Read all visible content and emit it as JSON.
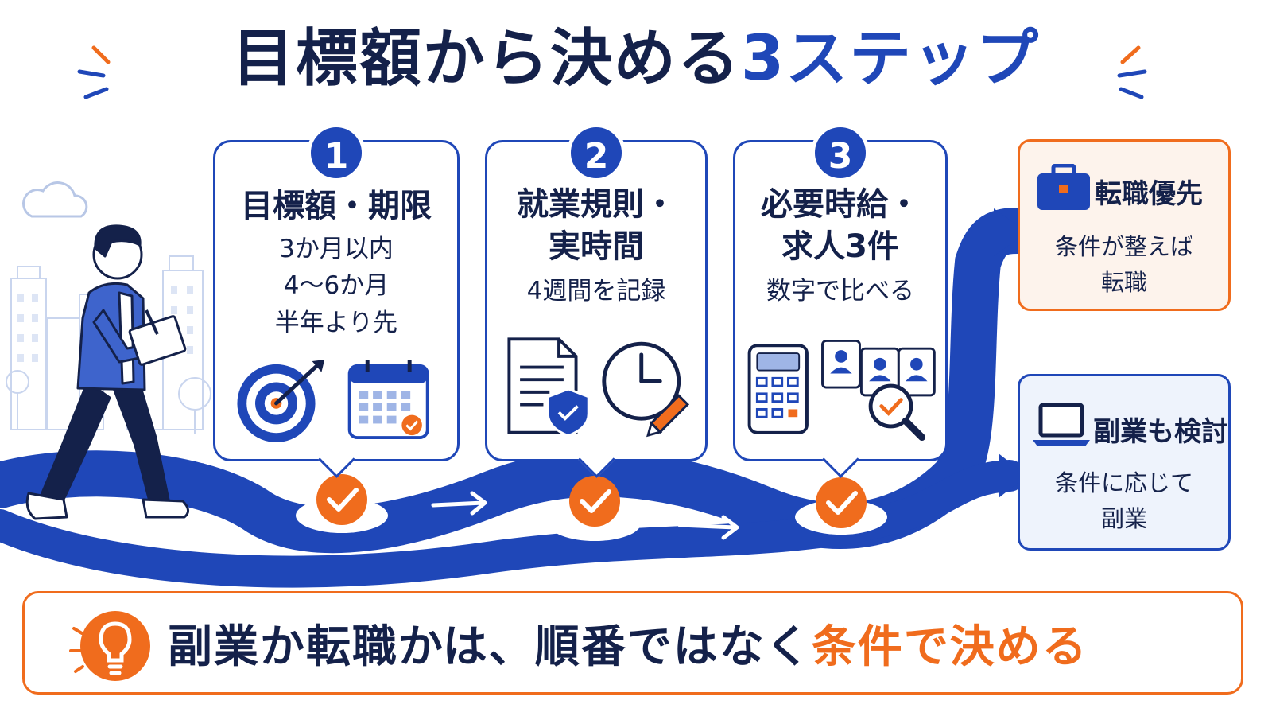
{
  "title": {
    "main": "目標額から決める",
    "accent": "3ステップ"
  },
  "steps": [
    {
      "number": "1",
      "title_lines": [
        "目標額・期限"
      ],
      "sub_lines": [
        "3か月以内",
        "4〜6か月",
        "半年より先"
      ],
      "icons": [
        "target-icon",
        "calendar-icon"
      ]
    },
    {
      "number": "2",
      "title_lines": [
        "就業規則・",
        "実時間"
      ],
      "sub_lines": [
        "4週間を記録"
      ],
      "icons": [
        "document-shield-icon",
        "clock-pencil-icon"
      ]
    },
    {
      "number": "3",
      "title_lines": [
        "必要時給・",
        "求人3件"
      ],
      "sub_lines": [
        "数字で比べる"
      ],
      "icons": [
        "calculator-icon",
        "profiles-search-icon"
      ]
    }
  ],
  "outcomes": [
    {
      "title": "転職優先",
      "body_lines": [
        "条件が整えば",
        "転職"
      ],
      "icon": "briefcase-icon"
    },
    {
      "title": "副業も検討",
      "body_lines": [
        "条件に応じて",
        "副業"
      ],
      "icon": "laptop-icon"
    }
  ],
  "banner": {
    "text": "副業か転職かは、順番ではなく",
    "highlight": "条件で決める",
    "icon": "lightbulb-icon"
  },
  "colors": {
    "navy": "#14214a",
    "blue": "#1f47b8",
    "orange": "#f06c1d",
    "light_blue": "#eef3fc",
    "light_orange": "#fdf3ec"
  }
}
